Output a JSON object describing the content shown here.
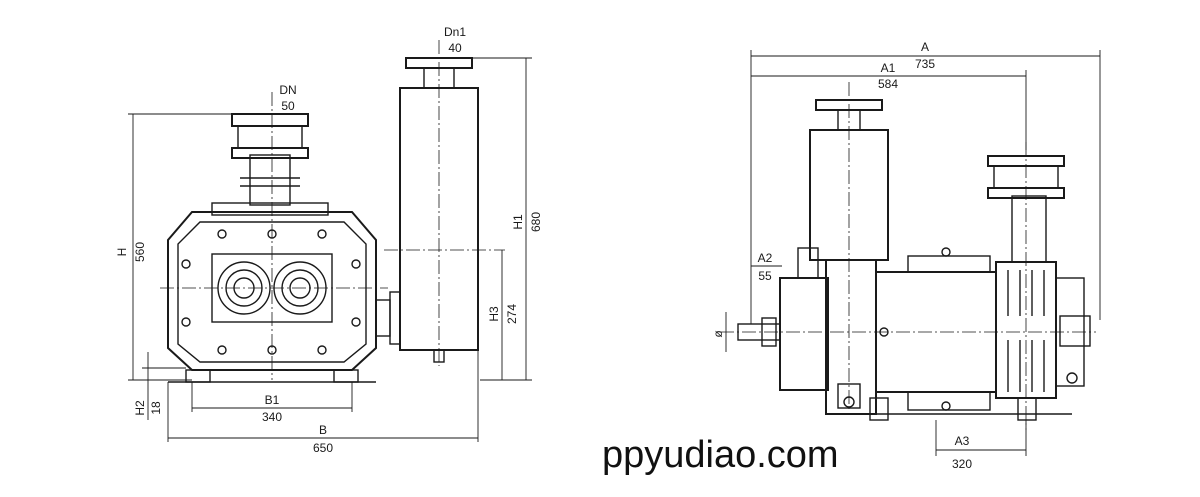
{
  "left_view": {
    "dn1": {
      "label": "Dn1",
      "value": "40"
    },
    "dn": {
      "label": "DN",
      "value": "50"
    },
    "h": {
      "label": "H",
      "value": "560"
    },
    "h1": {
      "label": "H1",
      "value": "680"
    },
    "h3": {
      "label": "H3",
      "value": "274"
    },
    "h2": {
      "label": "H2",
      "value": "18"
    },
    "b1": {
      "label": "B1",
      "value": "340"
    },
    "b": {
      "label": "B",
      "value": "650"
    }
  },
  "right_view": {
    "a": {
      "label": "A",
      "value": "735"
    },
    "a1": {
      "label": "A1",
      "value": "584"
    },
    "a2": {
      "label": "A2",
      "value": "55"
    },
    "a3": {
      "label": "A3",
      "value": "320"
    },
    "shaft": {
      "label": "ø"
    }
  },
  "watermark": "ppyudiao.com"
}
